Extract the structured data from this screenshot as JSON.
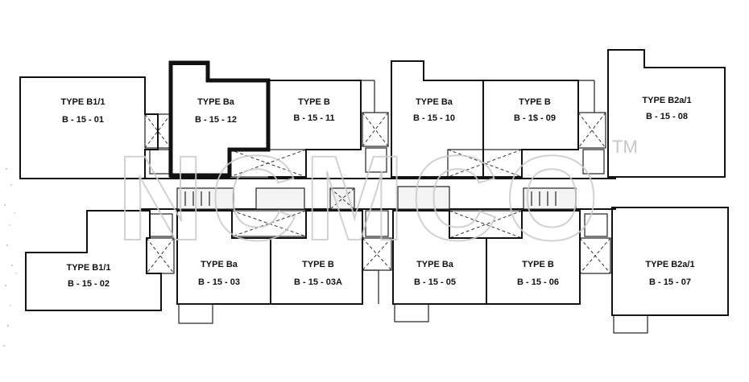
{
  "watermark": {
    "text": "NCMCO",
    "mark": "TM"
  },
  "units": [
    {
      "id": "b1-1-01",
      "type": "TYPE B1/1",
      "code": "B - 15 - 01",
      "highlighted": false
    },
    {
      "id": "ba-12",
      "type": "TYPE Ba",
      "code": "B - 15 - 12",
      "highlighted": true
    },
    {
      "id": "b-11",
      "type": "TYPE B",
      "code": "B - 15 - 11",
      "highlighted": false
    },
    {
      "id": "ba-10",
      "type": "TYPE Ba",
      "code": "B - 15 - 10",
      "highlighted": false
    },
    {
      "id": "b-09",
      "type": "TYPE B",
      "code": "B - 1$ - 09",
      "highlighted": false
    },
    {
      "id": "b2a1-08",
      "type": "TYPE B2a/1",
      "code": "B - 15 - 08",
      "highlighted": false
    },
    {
      "id": "b1-1-02",
      "type": "TYPE B1/1",
      "code": "B - 15 - 02",
      "highlighted": false
    },
    {
      "id": "ba-03",
      "type": "TYPE Ba",
      "code": "B - 15 - 03",
      "highlighted": false
    },
    {
      "id": "b-03a",
      "type": "TYPE B",
      "code": "B - 15 - 03A",
      "highlighted": false
    },
    {
      "id": "ba-05",
      "type": "TYPE Ba",
      "code": "B - 15 - 05",
      "highlighted": false
    },
    {
      "id": "b-06",
      "type": "TYPE B",
      "code": "B - 15 - 06",
      "highlighted": false
    },
    {
      "id": "b2a1-07",
      "type": "TYPE B2a/1",
      "code": "B - 15 - 07",
      "highlighted": false
    }
  ]
}
